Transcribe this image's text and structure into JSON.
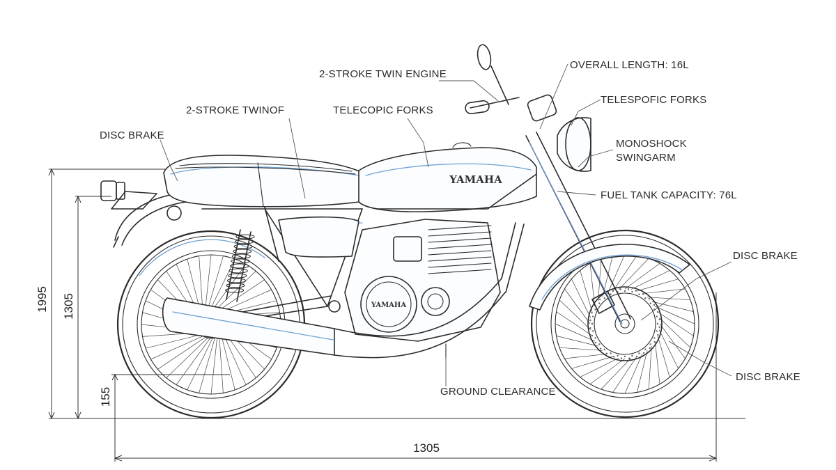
{
  "brand": {
    "tank_logo": "YAMAHA",
    "engine_logo": "YAMAHA"
  },
  "labels": {
    "engine_top": "2-STROKE TWIN ENGINE",
    "engine_left": "2-STROKE TWINOF",
    "forks_mid": "TELECOPIC FORKS",
    "disc_brake_rear": "DISC BRAKE",
    "overall_length": "OVERALL LENGTH: 16L",
    "forks_right": "TELESPOFIC FORKS",
    "monoshock_line1": "MONOSHOCK",
    "monoshock_line2": "SWINGARM",
    "fuel_tank": "FUEL TANK CAPACITY: 76L",
    "disc_brake_front": "DISC BRAKE",
    "disc_brake_lower": "DISC BRAKE",
    "ground_clearance": "GROUND CLEARANCE"
  },
  "dimensions": {
    "overall_height": "1995",
    "seat_height": "1305",
    "ground_clearance": "155",
    "wheelbase": "1305"
  },
  "colors": {
    "ink": "#2b2b2b",
    "accent": "#6fa0d2"
  }
}
